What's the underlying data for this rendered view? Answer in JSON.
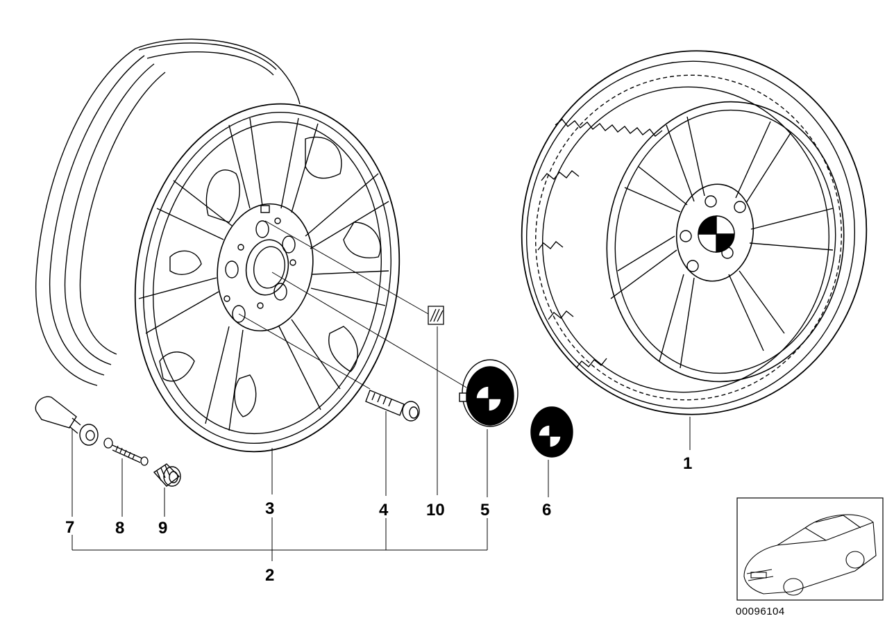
{
  "diagram": {
    "callouts": {
      "c1": "1",
      "c2": "2",
      "c3": "3",
      "c4": "4",
      "c5": "5",
      "c6": "6",
      "c7": "7",
      "c8": "8",
      "c9": "9",
      "c10": "10"
    },
    "document_number": "00096104"
  }
}
